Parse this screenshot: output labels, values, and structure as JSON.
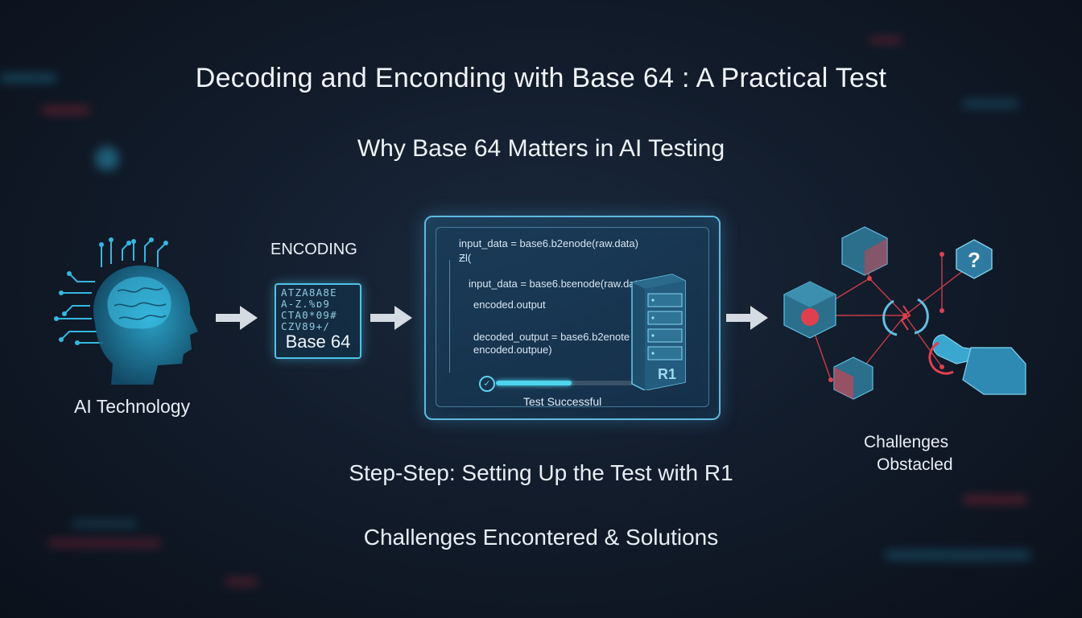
{
  "title": "Decoding and Enconding with Base 64  : A Practical Test",
  "subtitle": "Why Base 64 Matters in AI Testing",
  "left": {
    "label": "AI Technology",
    "icon": "brain-head-icon"
  },
  "encoding": {
    "label": "ENCODING",
    "rows": [
      "ATZA8A8E",
      "A-Z.%ɒ9",
      "CTA0*09#",
      "CZV89+/"
    ],
    "box_text": "Base 64"
  },
  "code_panel": {
    "lines": [
      "input_data = base6.b2enode(raw.data)",
      "ƵƖ(",
      "input_data = base6.bɛenode(raw.data)",
      "encoded.output",
      "decoded_output = base6.b2enote",
      "encoded.outpue)"
    ],
    "progress": 0.55,
    "status": "Test Successful",
    "server_label": "R1"
  },
  "right": {
    "label_line1": "Challenges",
    "label_line2": "Obstacled",
    "icons": [
      "cube-icon",
      "question-mark-icon",
      "broken-link-icon",
      "wrench-hand-icon"
    ]
  },
  "step_heading": "Step-Step: Setting Up the Test with R1",
  "challenges_heading": "Challenges Encontered & Solutions",
  "colors": {
    "accent": "#4fc3e8",
    "alert": "#e0404e",
    "background": "#121c2b"
  }
}
